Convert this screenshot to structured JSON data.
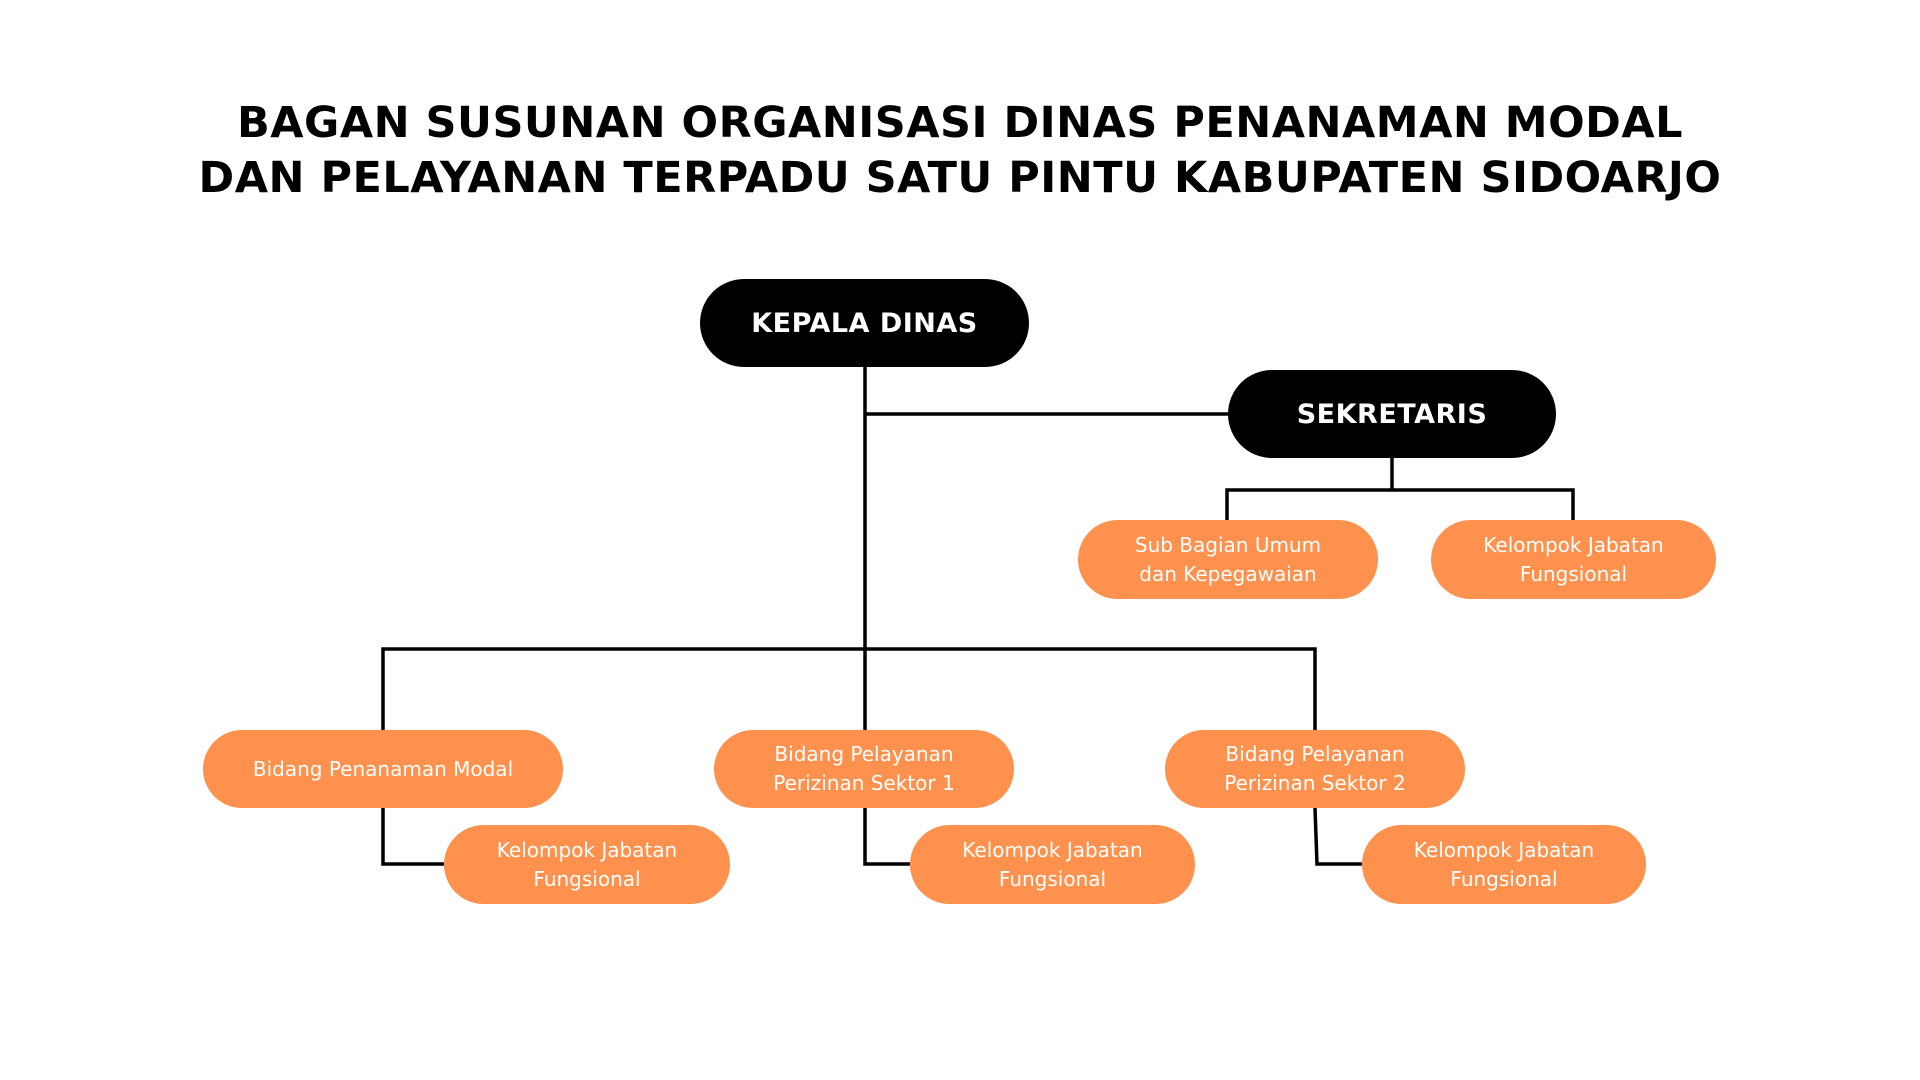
{
  "title": {
    "line1": "BAGAN SUSUNAN ORGANISASI DINAS PENANAMAN MODAL",
    "line2": "DAN PELAYANAN TERPADU SATU PINTU KABUPATEN SIDOARJO"
  },
  "colors": {
    "dark_node": "#000000",
    "orange_node": "#fe914d",
    "text_light": "#ffffff"
  },
  "nodes": {
    "kepala_dinas": "KEPALA DINAS",
    "sekretaris": "SEKRETARIS",
    "sub_bagian": "Sub Bagian Umum\ndan Kepegawaian",
    "kelompok_sekretaris": "Kelompok Jabatan\nFungsional",
    "bidang_pm": "Bidang Penanaman Modal",
    "bidang_pps1": "Bidang Pelayanan\nPerizinan Sektor 1",
    "bidang_pps2": "Bidang Pelayanan\nPerizinan Sektor 2",
    "kelompok_pm": "Kelompok Jabatan\nFungsional",
    "kelompok_pps1": "Kelompok Jabatan\nFungsional",
    "kelompok_pps2": "Kelompok Jabatan\nFungsional"
  }
}
